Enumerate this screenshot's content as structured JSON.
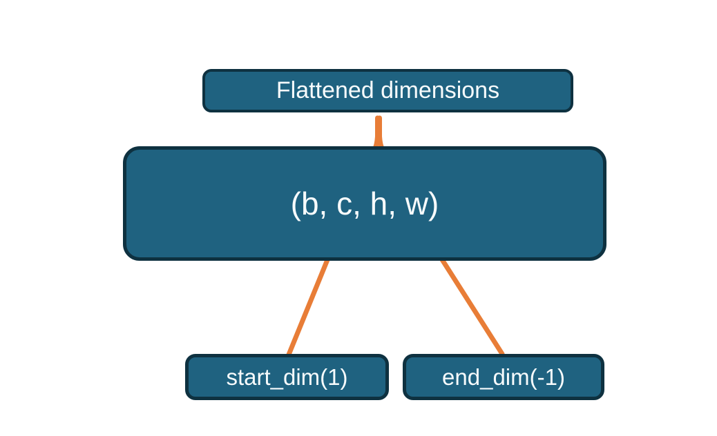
{
  "diagram": {
    "title_box": {
      "label": "Flattened dimensions"
    },
    "main_box": {
      "label": "(b, c, h, w)"
    },
    "start_box": {
      "label": "start_dim(1)"
    },
    "end_box": {
      "label": "end_dim(-1)"
    }
  },
  "connectors": {
    "brace": "brace from title box spanning c-to-w of tuple",
    "start_arrow": "arrow from start_dim(1) to dimension c",
    "end_arrow": "arrow from end_dim(-1) to dimension w"
  },
  "colors": {
    "background": "#ffffff",
    "box_fill": "#1f6280",
    "box_border": "#0e3140",
    "text": "#f7fbfc",
    "connector": "#e87d37"
  }
}
